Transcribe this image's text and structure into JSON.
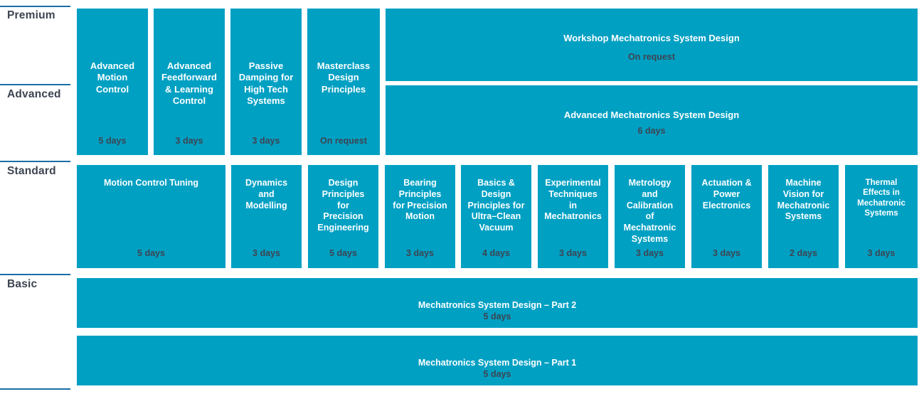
{
  "theme": {
    "card_color": "#00a0c3",
    "rule_color": "#1a6ea8",
    "title_text_color": "#ffffff",
    "days_text_color": "#3d4451",
    "background": "#ffffff"
  },
  "levels": [
    {
      "id": "premium",
      "label": "Premium"
    },
    {
      "id": "advanced",
      "label": "Advanced"
    },
    {
      "id": "standard",
      "label": "Standard"
    },
    {
      "id": "basic",
      "label": "Basic"
    }
  ],
  "premium_advanced_columns": [
    {
      "title": "Advanced\nMotion\nControl",
      "days": "5 days"
    },
    {
      "title": "Advanced\nFeedforward\n& Learning\nControl",
      "days": "3 days"
    },
    {
      "title": "Passive\nDamping for\nHigh Tech\nSystems",
      "days": "3 days"
    },
    {
      "title": "Masterclass\nDesign\nPrinciples",
      "days": "On request"
    }
  ],
  "premium_banner": {
    "title": "Workshop Mechatronics System Design",
    "days": "On request"
  },
  "advanced_banner": {
    "title": "Advanced Mechatronics System Design",
    "days": "6 days"
  },
  "standard_courses": [
    {
      "title": "Motion Control Tuning",
      "days": "5 days"
    },
    {
      "title": "Dynamics\nand\nModelling",
      "days": "3 days"
    },
    {
      "title": "Design\nPrinciples\nfor\nPrecision\nEngineering",
      "days": "5 days"
    },
    {
      "title": "Bearing\nPrinciples\nfor Precision\nMotion",
      "days": "3 days"
    },
    {
      "title": "Basics &\nDesign\nPrinciples for\nUltra–Clean\nVacuum",
      "days": "4 days"
    },
    {
      "title": "Experimental\nTechniques\nin\nMechatronics",
      "days": "3 days"
    },
    {
      "title": "Metrology\nand\nCalibration\nof\nMechatronic\nSystems",
      "days": "3 days"
    },
    {
      "title": "Actuation &\nPower\nElectronics",
      "days": "3 days"
    },
    {
      "title": "Machine\nVision for\nMechatronic\nSystems",
      "days": "2 days"
    },
    {
      "title": "Thermal\nEffects in\nMechatronic\nSystems",
      "days": "3 days"
    }
  ],
  "basic_courses": [
    {
      "title": "Mechatronics System Design – Part 2",
      "days": "5 days"
    },
    {
      "title": "Mechatronics System Design – Part 1",
      "days": "5 days"
    }
  ]
}
